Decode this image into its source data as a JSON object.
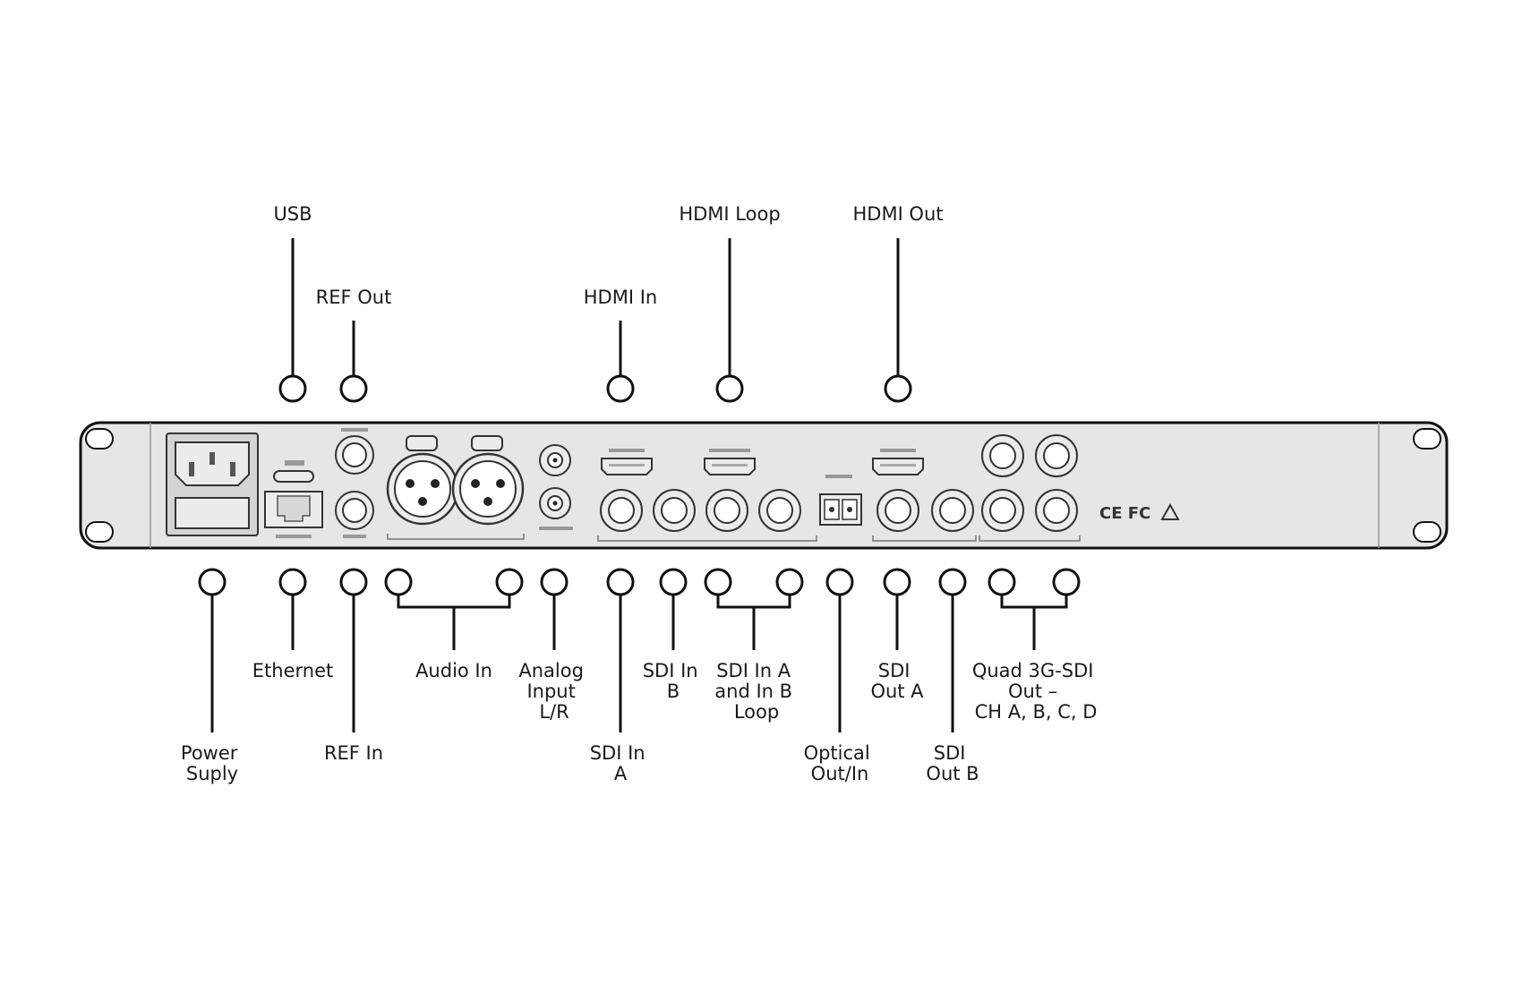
{
  "colors": {
    "line": "#111111",
    "panel": "#e6e6e6",
    "panel_dark": "#d4d4d4",
    "port": "#ececec"
  },
  "labels_top": {
    "usb": "USB",
    "ref_out": "REF Out",
    "hdmi_in": "HDMI In",
    "hdmi_loop": "HDMI Loop",
    "hdmi_out": "HDMI Out"
  },
  "labels_bottom": {
    "power_supply": [
      "Power",
      "Suply"
    ],
    "ethernet": [
      "Ethernet"
    ],
    "ref_in": [
      "REF In"
    ],
    "audio_in": [
      "Audio In"
    ],
    "analog_input": [
      "Analog",
      "Input",
      "L/R"
    ],
    "sdi_in_a": [
      "SDI In",
      "A"
    ],
    "sdi_in_b": [
      "SDI In",
      "B"
    ],
    "sdi_loop": [
      "SDI In A",
      "and In B",
      "Loop"
    ],
    "optical": [
      "Optical",
      "Out/In"
    ],
    "sdi_out_a": [
      "SDI",
      "Out A"
    ],
    "sdi_out_b": [
      "SDI",
      "Out B"
    ],
    "quad_sdi": [
      "Quad 3G-SDI",
      "Out –",
      "CH A, B, C, D"
    ]
  },
  "cert_marks": "CE FC"
}
